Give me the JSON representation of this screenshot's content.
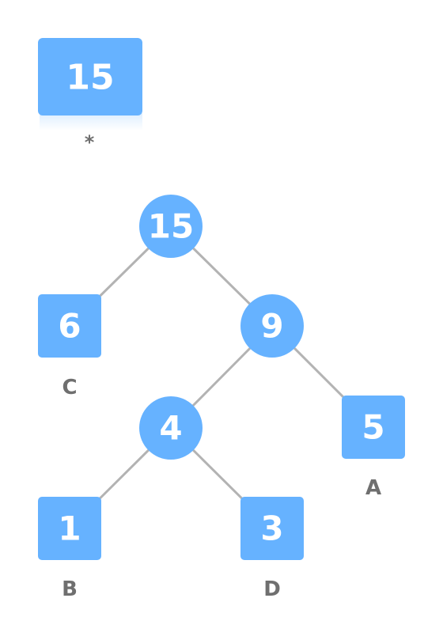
{
  "result": {
    "value": "15",
    "label": "*"
  },
  "tree": {
    "root": {
      "value": "15"
    },
    "internal_9": {
      "value": "9"
    },
    "internal_4": {
      "value": "4"
    },
    "leaf_c": {
      "value": "6",
      "label": "C"
    },
    "leaf_a": {
      "value": "5",
      "label": "A"
    },
    "leaf_b": {
      "value": "1",
      "label": "B"
    },
    "leaf_d": {
      "value": "3",
      "label": "D"
    }
  },
  "colors": {
    "node_fill": "#66b2ff",
    "edge": "#b3b3b3",
    "label": "#6f6f6f",
    "node_text": "#ffffff"
  }
}
